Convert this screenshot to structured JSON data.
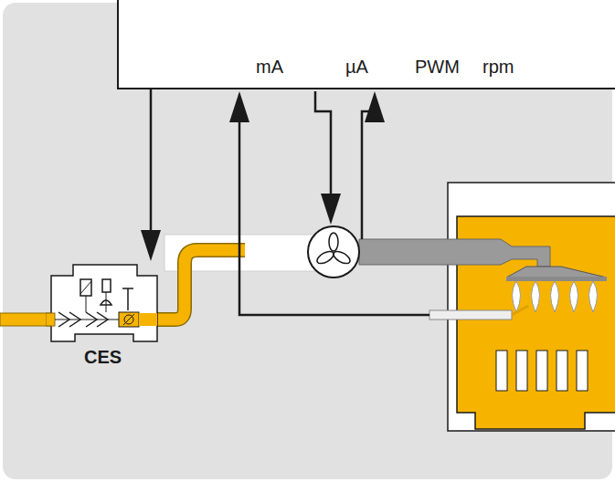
{
  "diagram": {
    "nodes": [
      {
        "text": [
          "mA",
          "µA",
          "PWM",
          "rpm"
        ]
      },
      {
        "text": [
          "CES"
        ]
      }
    ],
    "edges": [
      {
        "from": 0,
        "to": 1,
        "arrow": "to"
      }
    ]
  }
}
